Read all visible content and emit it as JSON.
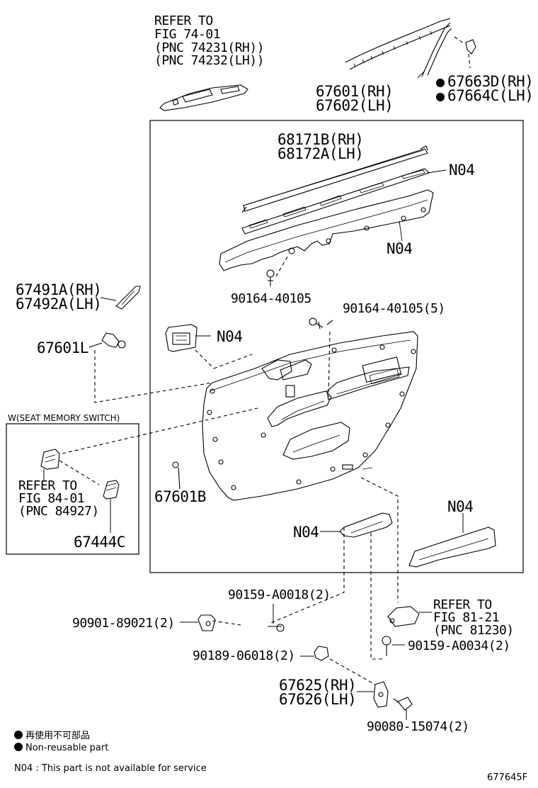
{
  "labels": {
    "refer_74": [
      "REFER TO",
      "FIG 74-01",
      "(PNC 74231(RH))",
      "(PNC 74232(LH))"
    ],
    "p67663": [
      "67663D(RH)",
      "67664C(LH)"
    ],
    "p67601": [
      "67601(RH)",
      "67602(LH)"
    ],
    "p68171": [
      "68171B(RH)",
      "68172A(LH)"
    ],
    "n04": "N04",
    "p67491": [
      "67491A(RH)",
      "67492A(LH)"
    ],
    "p90164a": "90164-40105",
    "p90164b": "90164-40105(5)",
    "p67601L": "67601L",
    "seat_memory_title": "W(SEAT MEMORY SWITCH)",
    "refer_84": [
      "REFER TO",
      "FIG 84-01",
      "(PNC 84927)"
    ],
    "p67444C": "67444C",
    "p67601B": "67601B",
    "p90159a": "90159-A0018(2)",
    "p90901": "90901-89021(2)",
    "refer_81": [
      "REFER TO",
      "FIG 81-21",
      "(PNC 81230)"
    ],
    "p90159b": "90159-A0034(2)",
    "p90189": "90189-06018(2)",
    "p67625": [
      "67625(RH)",
      "67626(LH)"
    ],
    "p90080": "90080-15074(2)"
  },
  "legend": {
    "jp": "再使用不可部品",
    "en": "Non-reusable part",
    "n04_note": "N04 : This part is not available for service"
  },
  "figure_id": "677645F"
}
